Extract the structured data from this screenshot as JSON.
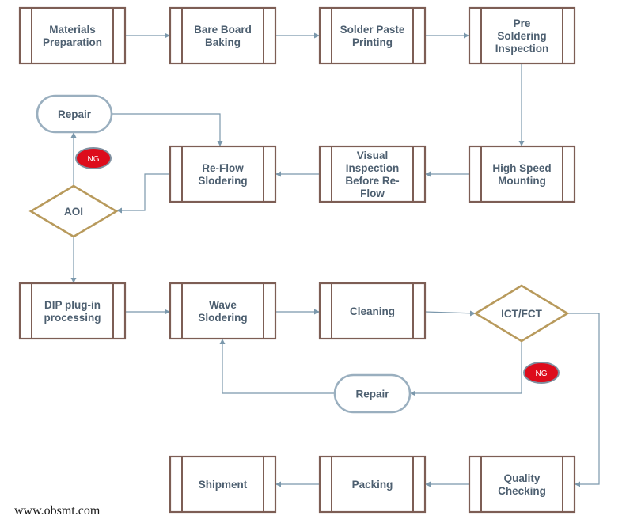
{
  "steps": {
    "materials": [
      "Materials",
      "Preparation"
    ],
    "baking": [
      "Bare Board",
      "Baking"
    ],
    "printing": [
      "Solder Paste",
      "Printing"
    ],
    "pre_inspection": [
      "Pre",
      "Soldering",
      "Inspection"
    ],
    "mounting": [
      "High Speed",
      "Mounting"
    ],
    "visual": [
      "Visual",
      "Inspection",
      "Before Re-",
      "Flow"
    ],
    "reflow": [
      "Re-Flow",
      "Slodering"
    ],
    "dip": [
      "DIP plug-in",
      "processing"
    ],
    "wave": [
      "Wave",
      "Slodering"
    ],
    "cleaning": [
      "Cleaning"
    ],
    "quality": [
      "Quality",
      "Checking"
    ],
    "packing": [
      "Packing"
    ],
    "shipment": [
      "Shipment"
    ]
  },
  "decisions": {
    "aoi": "AOI",
    "ict": "ICT/FCT"
  },
  "terminals": {
    "repair_top": "Repair",
    "repair_bottom": "Repair"
  },
  "badges": {
    "ng_top": "NG",
    "ng_bottom": "NG"
  },
  "footer": "www.obsmt.com"
}
